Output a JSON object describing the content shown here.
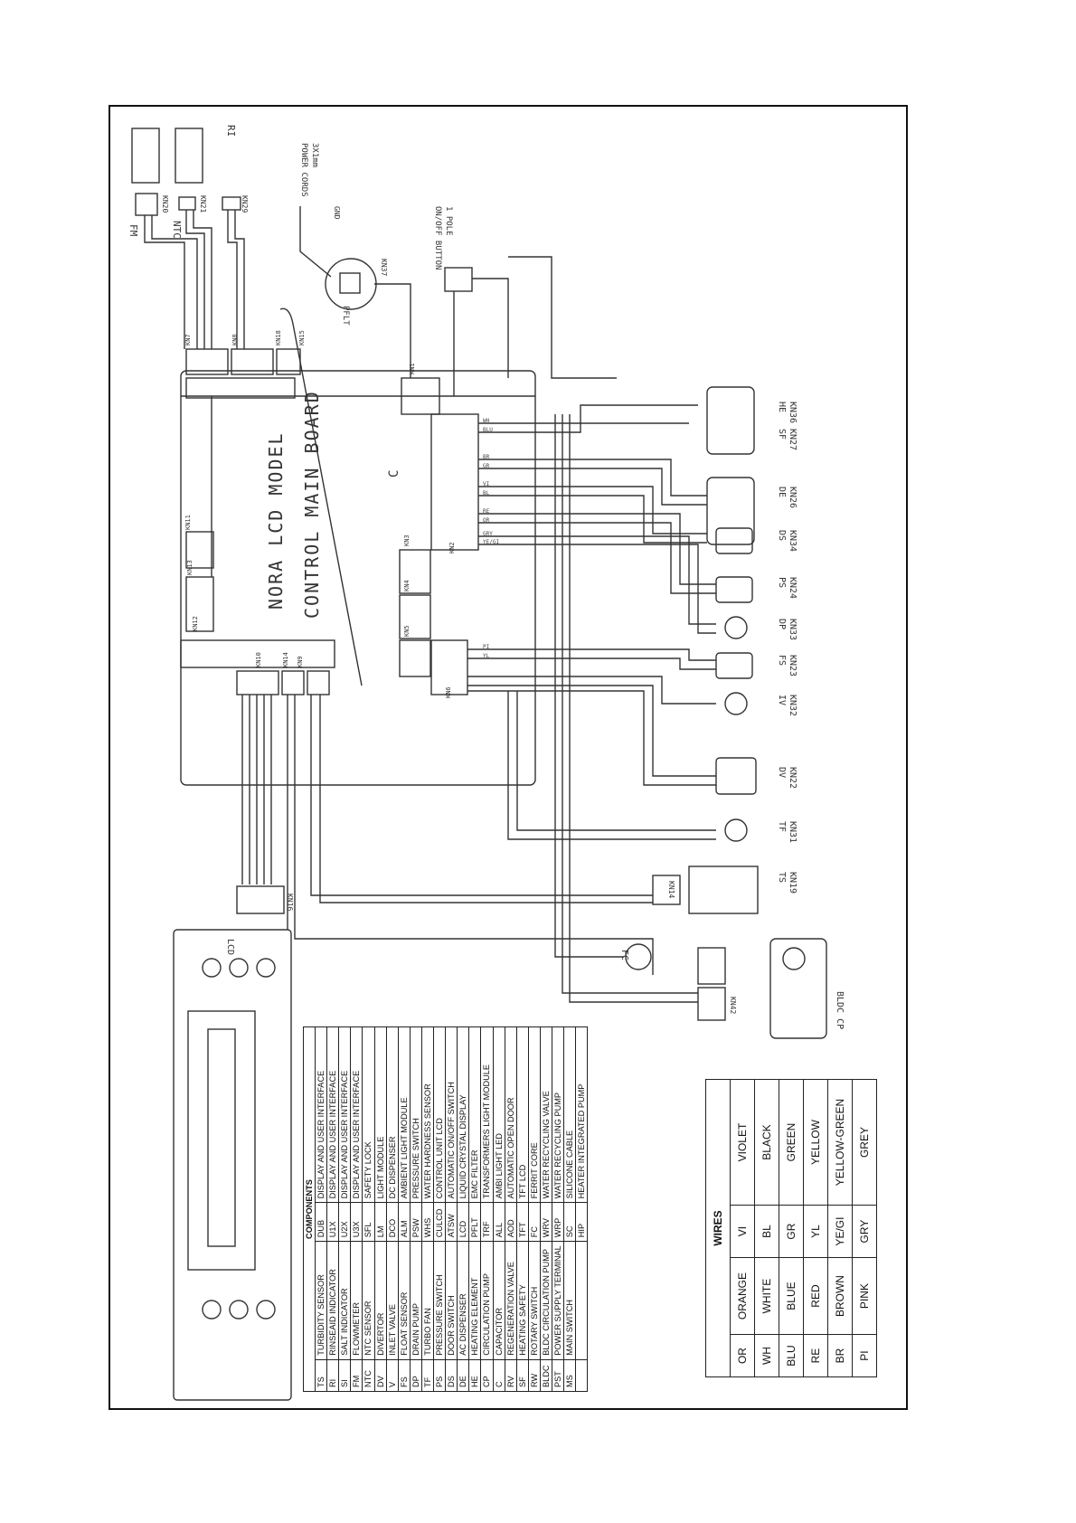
{
  "board": {
    "model": "NORA LCD MODEL",
    "name": "CONTROL MAIN BOARD",
    "c_label": "C",
    "connectors": [
      "KN1",
      "KN2",
      "KN3",
      "KN4",
      "KN5",
      "KN6",
      "KN7",
      "KN8",
      "KN9",
      "KN10",
      "KN11",
      "KN12",
      "KN13",
      "KN14",
      "KN15",
      "KN18"
    ]
  },
  "top_components": {
    "fm": "FM",
    "ntc": "NTC",
    "ri": "RI",
    "kn20": "KN20",
    "kn21": "KN21",
    "kn29": "KN29",
    "power_cords": "POWER CORDS",
    "power_cords_spec": "3X1mm",
    "gnd": "GND",
    "kn37": "KN37",
    "pflt": "PFLT",
    "onoff_button": "ON/OFF BUTTON",
    "onoff_pole": "1 POLE"
  },
  "right_components": [
    {
      "code": "HE",
      "kn": "KN36",
      "code2": "SF",
      "kn2": "KN27"
    },
    {
      "code": "DE",
      "kn": "KN26"
    },
    {
      "code": "DS",
      "kn": "KN34"
    },
    {
      "code": "PS",
      "kn": "KN24"
    },
    {
      "code": "DP",
      "kn": "KN33"
    },
    {
      "code": "FS",
      "kn": "KN23"
    },
    {
      "code": "IV",
      "kn": "KN32"
    },
    {
      "code": "DV",
      "kn": "KN22"
    },
    {
      "code": "TF",
      "kn": "KN31"
    },
    {
      "code": "TS",
      "kn": "KN19"
    }
  ],
  "bottom_components": {
    "lcd": "LCD",
    "kn16": "KN16",
    "kn14": "KN14",
    "fc": "FC",
    "kn42": "KN42",
    "bldc": "BLDC CP"
  },
  "wire_tags": [
    "WH",
    "BLU",
    "BR",
    "GR",
    "VI",
    "BL",
    "RE",
    "OR",
    "GRY",
    "YE/GI",
    "PI",
    "YL"
  ],
  "components_table": {
    "title": "COMPONENTS",
    "rows": [
      [
        "TS",
        "TURBIDITY SENSOR",
        "DUB",
        "DISPLAY AND USER INTERFACE"
      ],
      [
        "RI",
        "RINSEAID INDICATOR",
        "U1X",
        "DISPLAY AND USER INTERFACE"
      ],
      [
        "SI",
        "SALT INDICATOR",
        "U2X",
        "DISPLAY AND USER INTERFACE"
      ],
      [
        "FM",
        "FLOWMETER",
        "U3X",
        "DISPLAY AND USER INTERFACE"
      ],
      [
        "NTC",
        "NTC SENSOR",
        "SFL",
        "SAFETY LOCK"
      ],
      [
        "DV",
        "DIVERTOR",
        "LM",
        "LIGHT MODULE"
      ],
      [
        "V",
        "INLET VALVE",
        "DCO",
        "DC DISPENSER"
      ],
      [
        "FS",
        "FLOAT SENSOR",
        "ALM",
        "AMBIENT LIGHT MODULE"
      ],
      [
        "DP",
        "DRAIN PUMP",
        "PSW",
        "PRESSURE SWITCH"
      ],
      [
        "TF",
        "TURBO FAN",
        "WHS",
        "WATER HARDNESS SENSOR"
      ],
      [
        "PS",
        "PRESSURE SWITCH",
        "CULCD",
        "CONTROL UNIT LCD"
      ],
      [
        "DS",
        "DOOR SWITCH",
        "ATSW",
        "AUTOMATIC ON/OFF SWITCH"
      ],
      [
        "DE",
        "AC DISPENSER",
        "LCD",
        "LIQUID CRYSTAL DISPLAY"
      ],
      [
        "HE",
        "HEATING ELEMENT",
        "PFLT",
        "EMC FILTER"
      ],
      [
        "CP",
        "CIRCULATION PUMP",
        "TRF",
        "TRANSFORMERS LIGHT MODULE"
      ],
      [
        "C",
        "CAPACITOR",
        "ALL",
        "AMBI LIGHT LED"
      ],
      [
        "RV",
        "REGENERATION VALVE",
        "AOD",
        "AUTOMATIC OPEN DOOR"
      ],
      [
        "SF",
        "HEATING SAFETY",
        "TFT",
        "TFT LCD"
      ],
      [
        "RW",
        "ROTARY SWITCH",
        "FC",
        "FERRIT CORE"
      ],
      [
        "BLDC",
        "BLDC CIRCULATION PUMP",
        "WRV",
        "WATER RECYCLING VALVE"
      ],
      [
        "PST",
        "POWER SUPPLY TERMINAL",
        "WRP",
        "WATER RECYCLING PUMP"
      ],
      [
        "MS",
        "MAIN SWITCH",
        "SC",
        "SILICONE CABLE"
      ],
      [
        "",
        "",
        "HIP",
        "HEATER INTEGRATED PUMP"
      ]
    ]
  },
  "wires_table": {
    "title": "WIRES",
    "rows": [
      [
        "OR",
        "ORANGE",
        "VI",
        "VIOLET"
      ],
      [
        "WH",
        "WHITE",
        "BL",
        "BLACK"
      ],
      [
        "BLU",
        "BLUE",
        "GR",
        "GREEN"
      ],
      [
        "RE",
        "RED",
        "YL",
        "YELLOW"
      ],
      [
        "BR",
        "BROWN",
        "YE/GI",
        "YELLOW-GREEN"
      ],
      [
        "PI",
        "PINK",
        "GRY",
        "GREY"
      ]
    ]
  }
}
